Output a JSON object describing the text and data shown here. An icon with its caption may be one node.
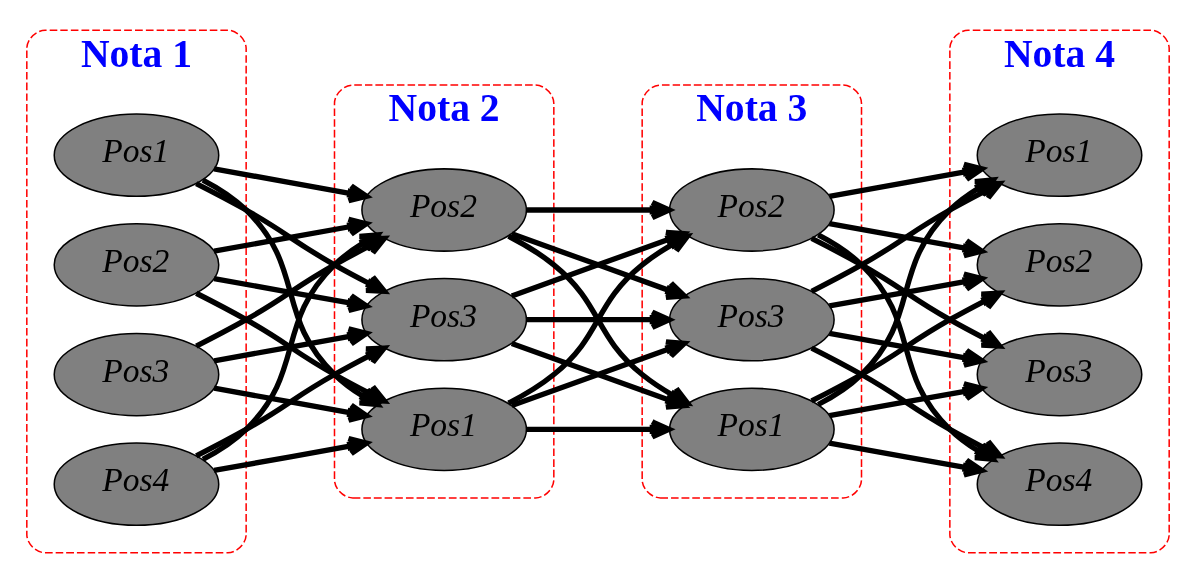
{
  "diagram": {
    "nodes": [
      {
        "text": [
          "Nota 1"
        ]
      },
      {
        "text": [
          "Pos1"
        ],
        "in": 0
      },
      {
        "text": [
          "Pos2"
        ],
        "in": 0
      },
      {
        "text": [
          "Pos3"
        ],
        "in": 0
      },
      {
        "text": [
          "Pos4"
        ],
        "in": 0
      },
      {
        "text": [
          "Nota 2"
        ]
      },
      {
        "text": [
          "Pos1"
        ],
        "in": 5
      },
      {
        "text": [
          "Pos2"
        ],
        "in": 5
      },
      {
        "text": [
          "Pos3"
        ],
        "in": 5
      },
      {
        "text": [
          "Nota 3"
        ]
      },
      {
        "text": [
          "Pos1"
        ],
        "in": 9
      },
      {
        "text": [
          "Pos2"
        ],
        "in": 9
      },
      {
        "text": [
          "Pos3"
        ],
        "in": 9
      },
      {
        "text": [
          "Nota 4"
        ]
      },
      {
        "text": [
          "Pos1"
        ],
        "in": 13
      },
      {
        "text": [
          "Pos2"
        ],
        "in": 13
      },
      {
        "text": [
          "Pos3"
        ],
        "in": 13
      },
      {
        "text": [
          "Pos4"
        ],
        "in": 13
      }
    ],
    "edges": [
      {
        "from": 1,
        "to": 6,
        "arrow": "to"
      },
      {
        "from": 1,
        "to": 7,
        "arrow": "to"
      },
      {
        "from": 1,
        "to": 8,
        "arrow": "to"
      },
      {
        "from": 2,
        "to": 6,
        "arrow": "to"
      },
      {
        "from": 2,
        "to": 7,
        "arrow": "to"
      },
      {
        "from": 2,
        "to": 8,
        "arrow": "to"
      },
      {
        "from": 3,
        "to": 6,
        "arrow": "to"
      },
      {
        "from": 3,
        "to": 7,
        "arrow": "to"
      },
      {
        "from": 3,
        "to": 8,
        "arrow": "to"
      },
      {
        "from": 4,
        "to": 6,
        "arrow": "to"
      },
      {
        "from": 4,
        "to": 7,
        "arrow": "to"
      },
      {
        "from": 4,
        "to": 8,
        "arrow": "to"
      },
      {
        "from": 6,
        "to": 10,
        "arrow": "to"
      },
      {
        "from": 6,
        "to": 11,
        "arrow": "to"
      },
      {
        "from": 6,
        "to": 12,
        "arrow": "to"
      },
      {
        "from": 7,
        "to": 10,
        "arrow": "to"
      },
      {
        "from": 7,
        "to": 11,
        "arrow": "to"
      },
      {
        "from": 7,
        "to": 12,
        "arrow": "to"
      },
      {
        "from": 8,
        "to": 10,
        "arrow": "to"
      },
      {
        "from": 8,
        "to": 11,
        "arrow": "to"
      },
      {
        "from": 8,
        "to": 12,
        "arrow": "to"
      },
      {
        "from": 10,
        "to": 14,
        "arrow": "to"
      },
      {
        "from": 10,
        "to": 15,
        "arrow": "to"
      },
      {
        "from": 10,
        "to": 16,
        "arrow": "to"
      },
      {
        "from": 10,
        "to": 17,
        "arrow": "to"
      },
      {
        "from": 11,
        "to": 14,
        "arrow": "to"
      },
      {
        "from": 11,
        "to": 15,
        "arrow": "to"
      },
      {
        "from": 11,
        "to": 16,
        "arrow": "to"
      },
      {
        "from": 11,
        "to": 17,
        "arrow": "to"
      },
      {
        "from": 12,
        "to": 14,
        "arrow": "to"
      },
      {
        "from": 12,
        "to": 15,
        "arrow": "to"
      },
      {
        "from": 12,
        "to": 16,
        "arrow": "to"
      },
      {
        "from": 12,
        "to": 17,
        "arrow": "to"
      }
    ]
  }
}
